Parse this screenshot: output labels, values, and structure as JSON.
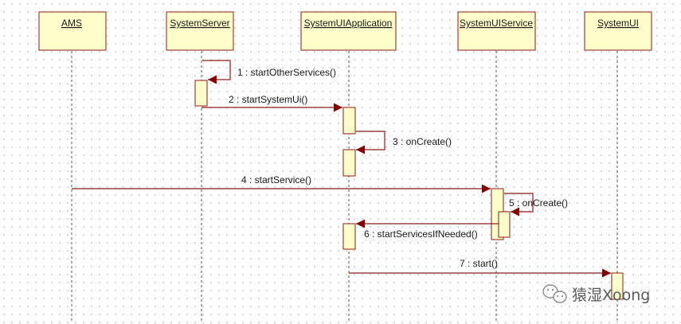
{
  "lifelines": [
    {
      "id": "ams",
      "label": "AMS"
    },
    {
      "id": "systemserver",
      "label": "SystemServer"
    },
    {
      "id": "systemuiapplication",
      "label": "SystemUIApplication"
    },
    {
      "id": "systemuiservice",
      "label": "SystemUIService"
    },
    {
      "id": "systemui",
      "label": "SystemUI"
    }
  ],
  "messages": [
    {
      "label": "1 : startOtherServices()"
    },
    {
      "label": "2 : startSystemUi()"
    },
    {
      "label": "3 : onCreate()"
    },
    {
      "label": "4 : startService()"
    },
    {
      "label": "5 : onCreate()"
    },
    {
      "label": "6 : startServicesIfNeeded()"
    },
    {
      "label": "7 : start()"
    }
  ],
  "watermark": {
    "text": "猿湿Xoong",
    "icon": "wechat-logo-icon"
  },
  "colors": {
    "box_fill": "#ffffcc",
    "box_stroke": "#8c1a1a",
    "message_line": "#8c1a1a",
    "arrowhead": "#800000",
    "lifeline": "#555555"
  }
}
